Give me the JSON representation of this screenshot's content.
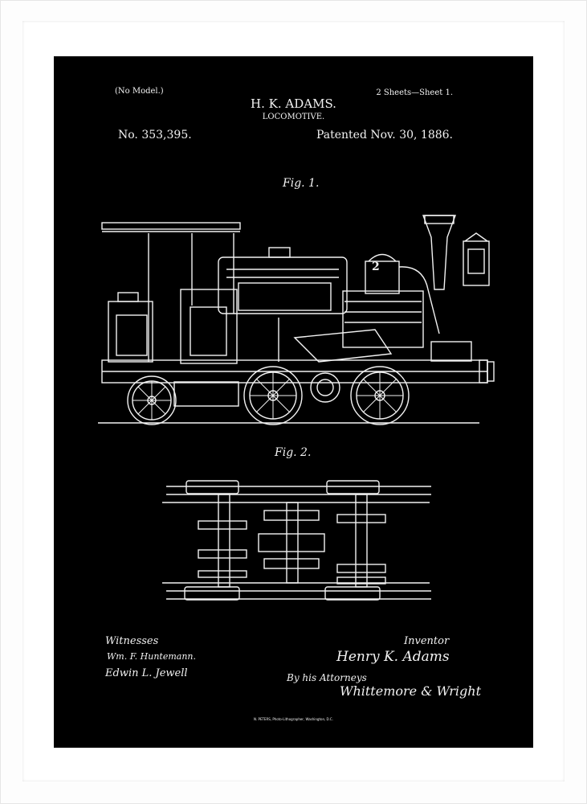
{
  "header": {
    "no_model": "(No Model.)",
    "sheets": "2 Sheets—Sheet 1.",
    "inventor_name": "H. K. ADAMS.",
    "title": "LOCOMOTIVE.",
    "patent_number": "No. 353,395.",
    "patent_date": "Patented Nov. 30, 1886."
  },
  "figures": {
    "fig1_label": "Fig. 1.",
    "fig2_label": "Fig. 2.",
    "engine_number": "2"
  },
  "footer": {
    "witnesses_label": "Witnesses",
    "witness_1": "Wm. F. Huntemann.",
    "witness_2": "Edwin L. Jewell",
    "inventor_label": "Inventor",
    "inventor_signature": "Henry K. Adams",
    "attorneys_label": "By his Attorneys",
    "attorney_signature": "Whittemore & Wright",
    "printer": "N. PETERS, Photo-Lithographer, Washington, D.C."
  },
  "colors": {
    "background": "#000000",
    "ink": "#f2f2f2",
    "frame": "#fdfdfd"
  }
}
